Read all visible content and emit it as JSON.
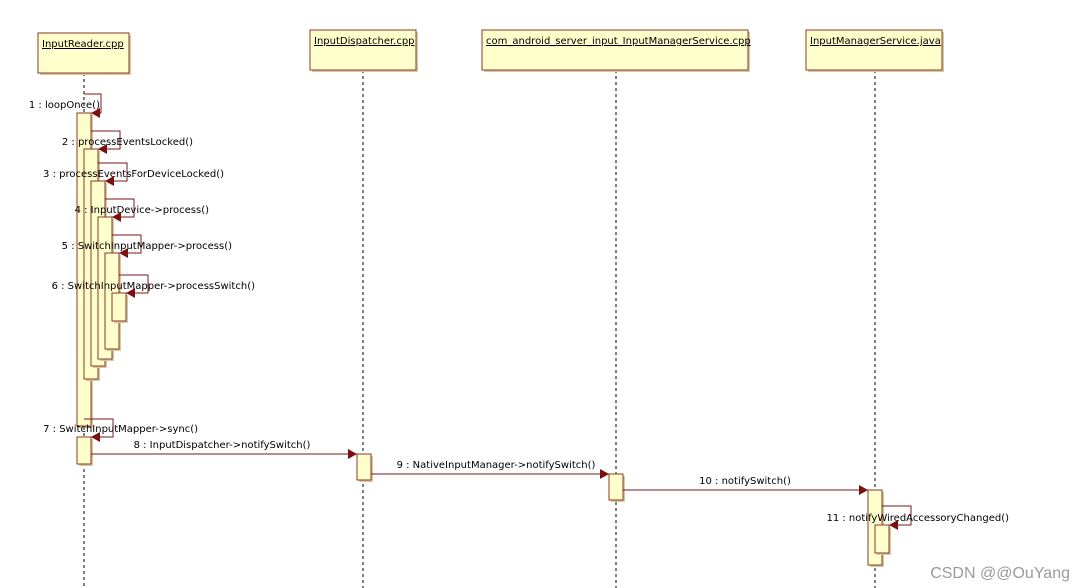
{
  "diagram": {
    "type": "sequence",
    "colors": {
      "box_fill": "#ffffcc",
      "box_stroke": "#8a3a2a",
      "message_line": "#7a1a1a",
      "arrow_head": "#7a1010",
      "lifeline": "#000000"
    },
    "participants": [
      {
        "id": "reader",
        "name": "InputReader.cpp"
      },
      {
        "id": "dispatcher",
        "name": "InputDispatcher.cpp"
      },
      {
        "id": "jni",
        "name": "com_android_server_input_InputManagerService.cpp"
      },
      {
        "id": "ims",
        "name": "InputManagerService.java"
      }
    ],
    "messages": [
      {
        "label": "1 : loopOnce()",
        "from": "reader",
        "to": "reader",
        "self": true
      },
      {
        "label": "2 : processEventsLocked()",
        "from": "reader",
        "to": "reader",
        "self": true
      },
      {
        "label": "3 : processEventsForDeviceLocked()",
        "from": "reader",
        "to": "reader",
        "self": true
      },
      {
        "label": "4 : InputDevice->process()",
        "from": "reader",
        "to": "reader",
        "self": true
      },
      {
        "label": "5 : SwitchInputMapper->process()",
        "from": "reader",
        "to": "reader",
        "self": true
      },
      {
        "label": "6 : SwitchInputMapper->processSwitch()",
        "from": "reader",
        "to": "reader",
        "self": true
      },
      {
        "label": "7 : SwitchInputMapper->sync()",
        "from": "reader",
        "to": "reader",
        "self": true
      },
      {
        "label": "8 : InputDispatcher->notifySwitch()",
        "from": "reader",
        "to": "dispatcher",
        "self": false
      },
      {
        "label": "9 : NativeInputManager->notifySwitch()",
        "from": "dispatcher",
        "to": "jni",
        "self": false
      },
      {
        "label": "10 : notifySwitch()",
        "from": "jni",
        "to": "ims",
        "self": false
      },
      {
        "label": "11 : notifyWiredAccessoryChanged()",
        "from": "ims",
        "to": "ims",
        "self": true
      }
    ]
  },
  "watermark": "CSDN @@OuYang"
}
